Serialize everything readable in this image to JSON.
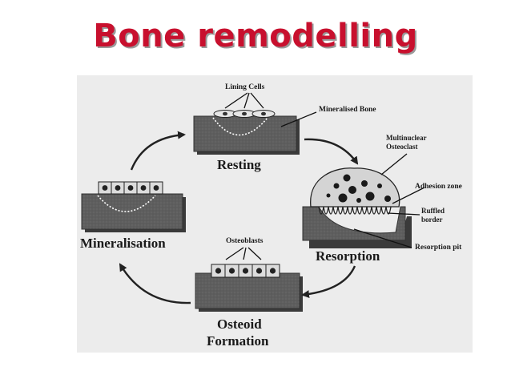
{
  "title": "Bone remodelling",
  "stages": {
    "resting": "Resting",
    "resorption": "Resorption",
    "osteoid_line1": "Osteoid",
    "osteoid_line2": "Formation",
    "mineralisation": "Mineralisation"
  },
  "annotations": {
    "lining_cells": "Lining Cells",
    "mineralised_bone": "Mineralised Bone",
    "multinuclear_line1": "Multinuclear",
    "multinuclear_line2": "Osteoclast",
    "adhesion_zone": "Adhesion zone",
    "ruffled_line1": "Ruffled",
    "ruffled_line2": "border",
    "resorption_pit": "Resorption pit",
    "osteoblasts": "Osteoblasts"
  },
  "colors": {
    "title": "#c8102e",
    "bone": "#5e5e5e",
    "cell_fill": "#dcdcdc",
    "osteoclast_fill": "#d4d4d4"
  }
}
